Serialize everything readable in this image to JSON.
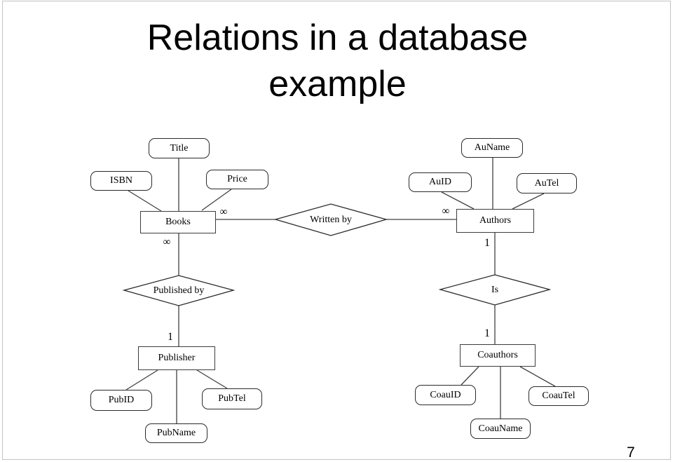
{
  "slide": {
    "title_line1": "Relations in a database",
    "title_line2": "example",
    "page_number": "7"
  },
  "colors": {
    "background": "#ffffff",
    "shape_border": "#2a2a2a",
    "connector": "#404040",
    "slide_border": "#c3c3c3",
    "text": "#000000"
  },
  "diagram": {
    "entities": [
      {
        "label": "Books"
      },
      {
        "label": "Authors"
      },
      {
        "label": "Publisher"
      },
      {
        "label": "Coauthors"
      }
    ],
    "attributes": [
      {
        "label": "Title"
      },
      {
        "label": "ISBN"
      },
      {
        "label": "Price"
      },
      {
        "label": "AuName"
      },
      {
        "label": "AuID"
      },
      {
        "label": "AuTel"
      },
      {
        "label": "PubID"
      },
      {
        "label": "PubTel"
      },
      {
        "label": "PubName"
      },
      {
        "label": "CoauID"
      },
      {
        "label": "CoauTel"
      },
      {
        "label": "CoauName"
      }
    ],
    "relationships": [
      {
        "label": "Written by"
      },
      {
        "label": "Published by"
      },
      {
        "label": "Is"
      }
    ],
    "cardinalities": [
      {
        "label": "∞",
        "at": "Books side of Written by"
      },
      {
        "label": "∞",
        "at": "Authors side of Written by"
      },
      {
        "label": "∞",
        "at": "Books side of Published by"
      },
      {
        "label": "1",
        "at": "Publisher side of Published by"
      },
      {
        "label": "1",
        "at": "Authors side of Is"
      },
      {
        "label": "1",
        "at": "Coauthors side of Is"
      }
    ]
  }
}
